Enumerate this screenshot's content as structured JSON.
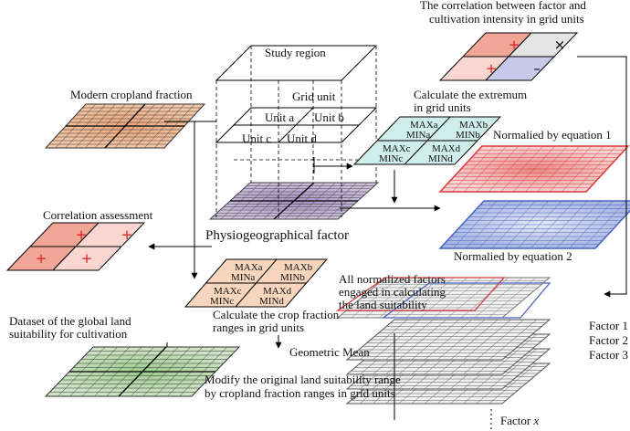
{
  "labels": {
    "study_region": "Study region",
    "grid_unit": "Grid unit",
    "unit_a": "Unit a",
    "unit_b": "Unit b",
    "unit_c": "Unit c",
    "unit_d": "Unit d",
    "modern_cropland": "Modern cropland fraction",
    "physiogeo": "Physiogeographical factor",
    "correlation_title_1": "The correlation between factor and",
    "correlation_title_2": "cultivation intensity in grid units",
    "extremum_1": "Calculate the extremum",
    "extremum_2": "in grid units",
    "norm1": "Normalied by equation 1",
    "norm2": "Normalied by equation 2",
    "corr_assess": "Correlation assessment",
    "all_norm_1": "All normalized factors",
    "all_norm_2": "engaged in calculating",
    "all_norm_3": "the land suitability",
    "crop_range_1": "Calculate the crop fraction",
    "crop_range_2": "ranges in grid units",
    "dataset_1": "Dataset of the global land",
    "dataset_2": "suitability for cultivation",
    "geo_mean": "Geometric  Mean",
    "modify_1": "Modify the original land suitability range",
    "modify_2": "by cropland fraction ranges in grid units",
    "factor1": "Factor 1",
    "factor2": "Factor 2",
    "factor3": "Factor 3",
    "factorx_prefix": "Factor ",
    "factorx_var": "x"
  },
  "extremum_cells": {
    "maxa": "MAXa",
    "mina": "MINa",
    "maxb": "MAXb",
    "minb": "MINb",
    "maxc": "MAXc",
    "minc": "MINc",
    "maxd": "MAXd",
    "mind": "MINd"
  },
  "symbols": {
    "plus": "+",
    "times": "×",
    "minus": "–"
  },
  "colors": {
    "cropland_fill": "#f4c7a6",
    "cropland_center": "#e9a57c",
    "physio_fill": "#cbbfdc",
    "physio_center": "#a38fc0",
    "extremum_fill": "#cfeeea",
    "crop_range_fill": "#f8d6bd",
    "norm1_fill": "#f6d3d3",
    "norm1_center": "#ea8a86",
    "norm1_line": "#d9393b",
    "norm2_fill": "#a8b7e3",
    "norm2_center": "#e5e9f6",
    "norm2_line": "#4b62c0",
    "dataset_fill": "#cfe3c6",
    "dataset_center": "#9ccc8e",
    "corr_pos_dark": "#f2a698",
    "corr_pos_light": "#f9d6cf",
    "corr_neutral": "#e4e4e4",
    "corr_negative": "#c9c9e9",
    "factor_fill": "#f0f0f0",
    "plus_red": "#d42020"
  }
}
